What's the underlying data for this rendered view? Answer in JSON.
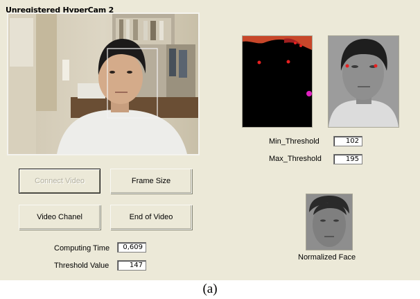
{
  "watermark": "Unregistered HyperCam 2",
  "buttons": {
    "connect_video": "Connect Video",
    "frame_size": "Frame Size",
    "video_channel": "Video Chanel",
    "end_of_video": "End of Video"
  },
  "stats": {
    "computing_time_label": "Computing Time",
    "computing_time_value": "0,609",
    "threshold_value_label": "Threshold Value",
    "threshold_value_value": "147"
  },
  "thresholds": {
    "min_label": "Min_Threshold",
    "min_value": "102",
    "max_label": "Max_Threshold",
    "max_value": "195"
  },
  "normalized_face_label": "Normalized Face",
  "caption": "(a)"
}
